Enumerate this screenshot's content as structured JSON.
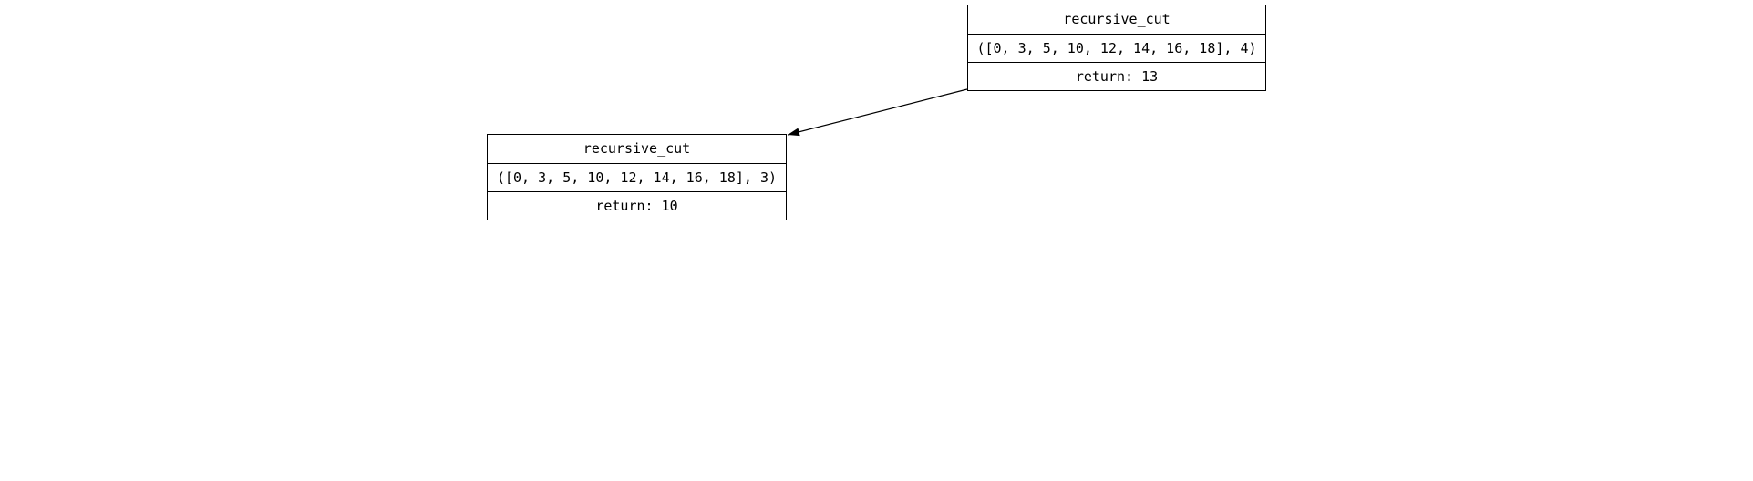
{
  "diagram": {
    "type": "recursion-call-graph",
    "background_color": "#ffffff",
    "node_border_color": "#000000",
    "text_color": "#000000",
    "edge_color": "#000000"
  },
  "nodes": [
    {
      "title": "recursive_cut",
      "args": "([0, 3, 5, 10, 12, 14, 16, 18], 4)",
      "return_value": "return: 13"
    },
    {
      "title": "recursive_cut",
      "args": "([0, 3, 5, 10, 12, 14, 16, 18], 3)",
      "return_value": "return: 10"
    }
  ],
  "edges": [
    {
      "from_node": 0,
      "to_node": 1
    }
  ]
}
